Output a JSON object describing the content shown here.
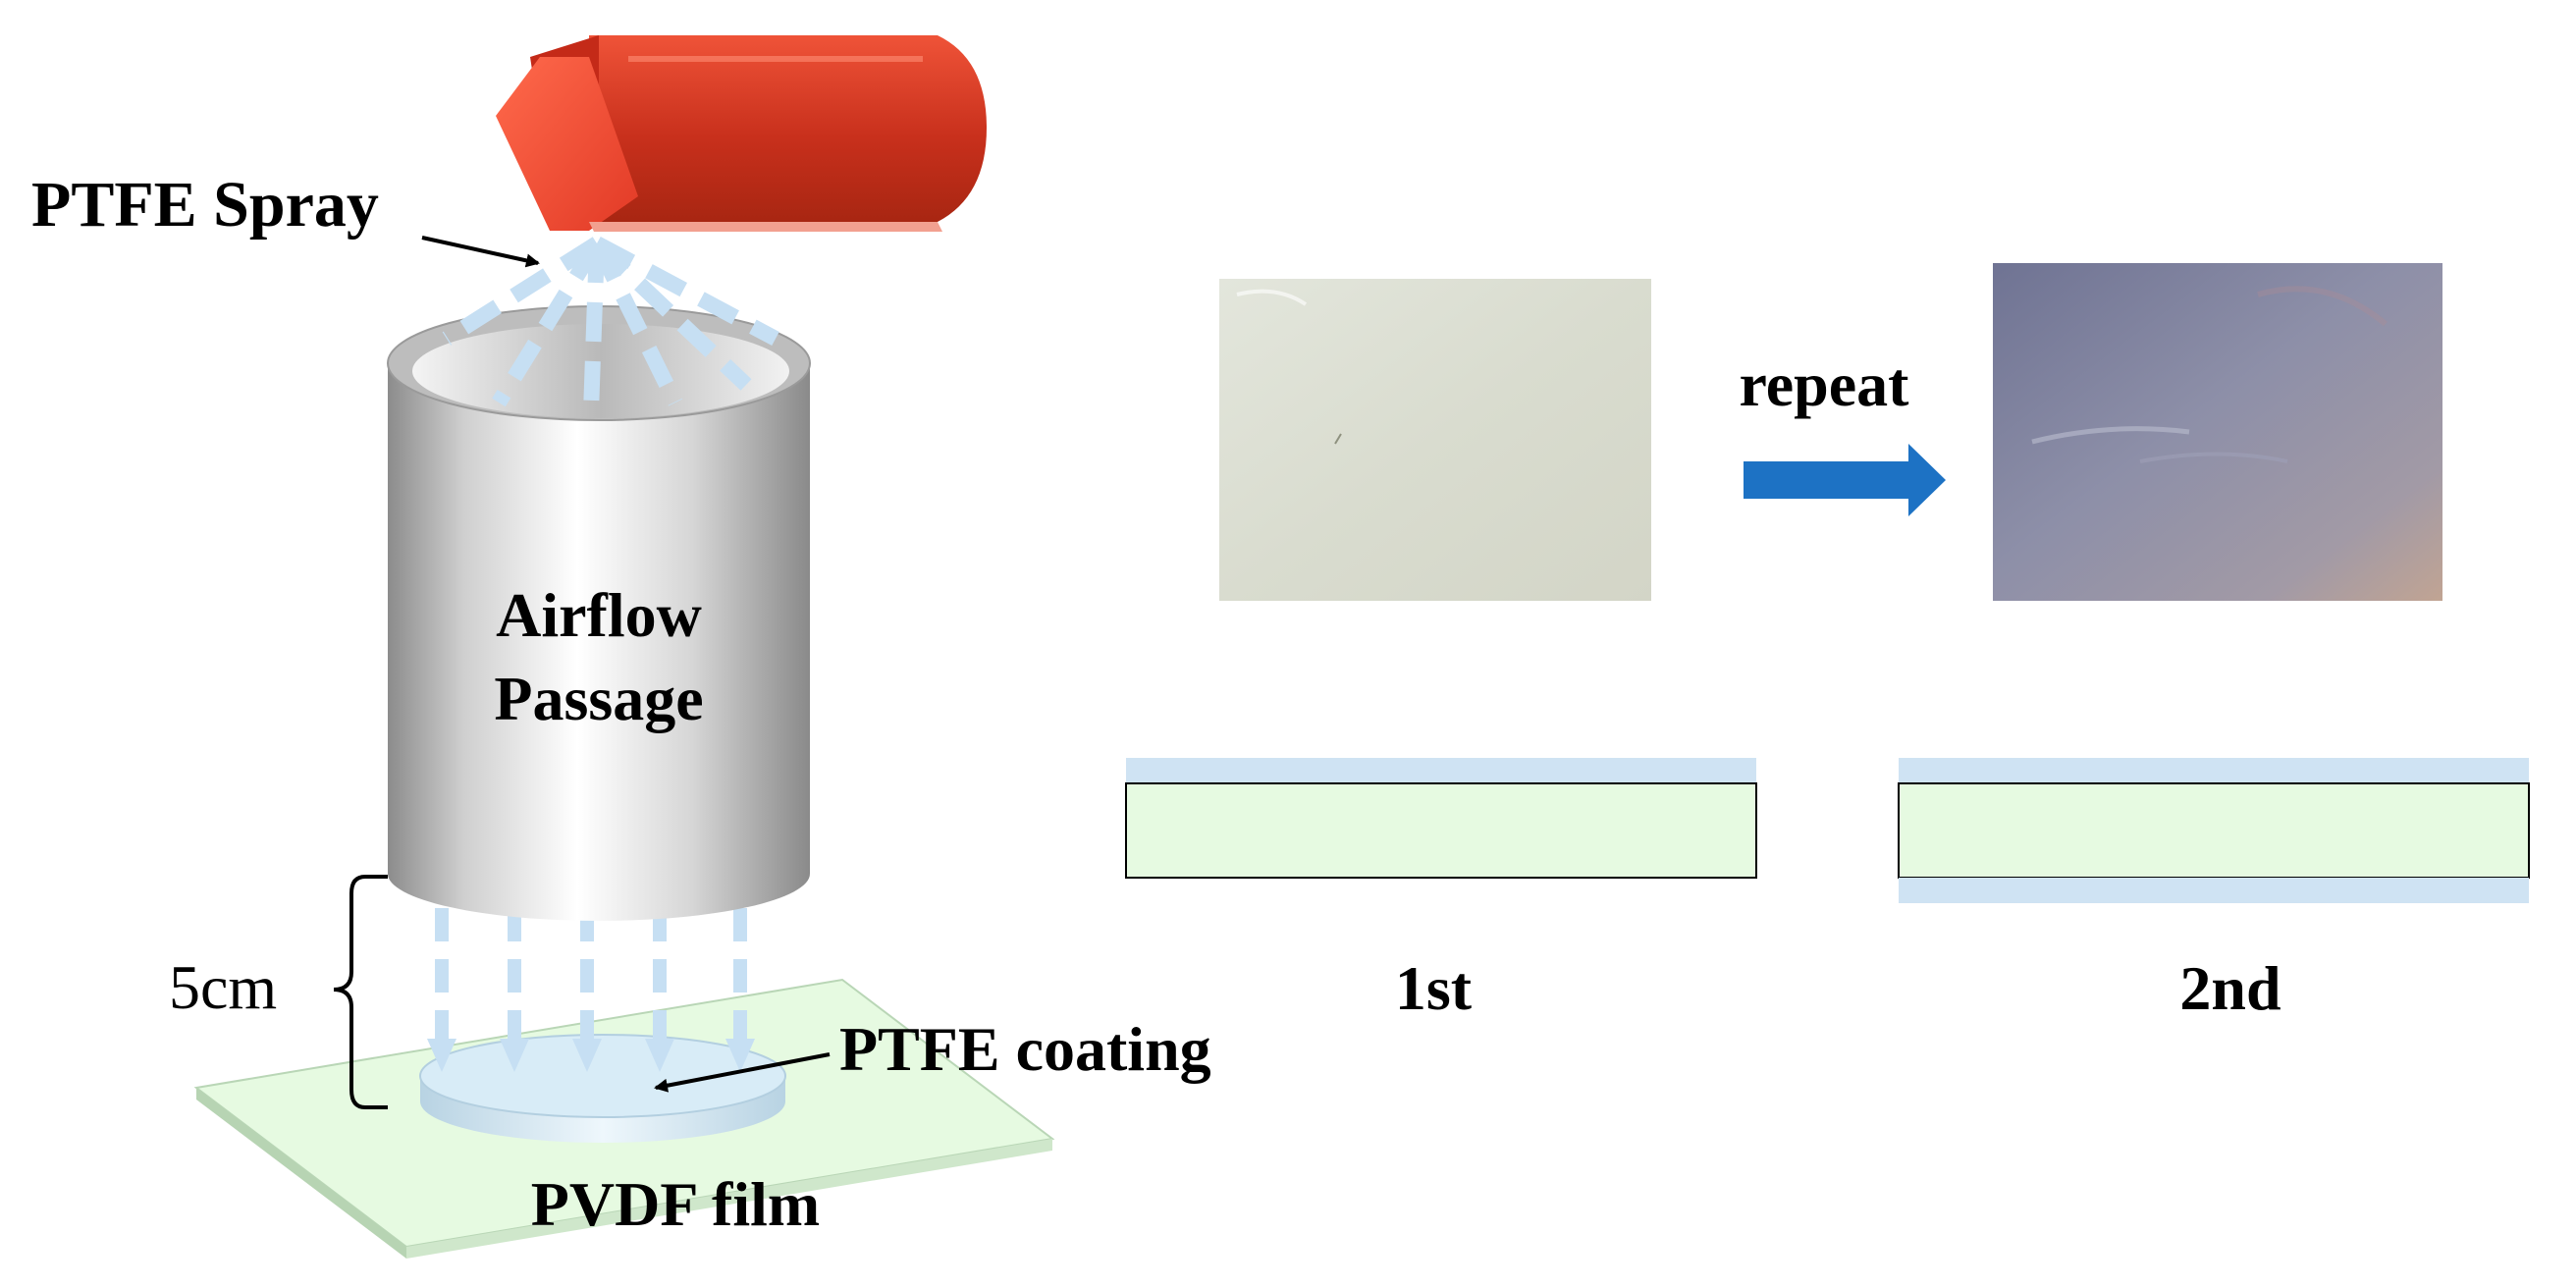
{
  "labels": {
    "spray": "PTFE Spray",
    "passage_line1": "Airflow",
    "passage_line2": "Passage",
    "distance": "5cm",
    "coating": "PTFE coating",
    "film": "PVDF film",
    "repeat": "repeat",
    "first": "1st",
    "second": "2nd"
  },
  "colors": {
    "nozzle": "#e23a26",
    "cylinder": "#d9d9d9",
    "spray_dashes": "#c6dff3",
    "film": "#e6fae1",
    "coating": "#cfe3f3",
    "arrow": "#1d72c4"
  },
  "icons": {
    "repeat_arrow": "arrow-right-icon"
  }
}
